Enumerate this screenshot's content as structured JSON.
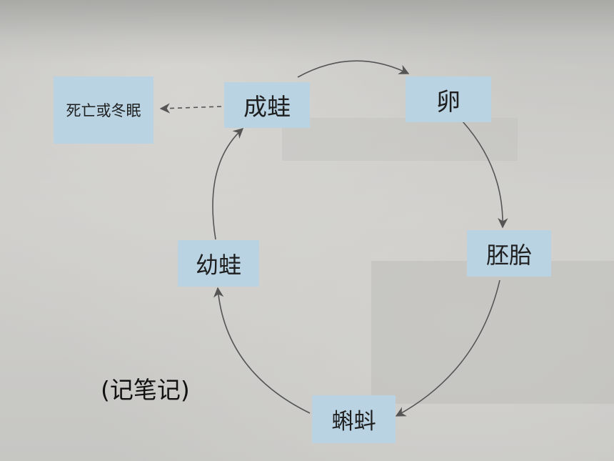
{
  "diagram": {
    "nodes": [
      {
        "id": "death",
        "label": "死亡或冬眠"
      },
      {
        "id": "adult",
        "label": "成蛙"
      },
      {
        "id": "egg",
        "label": "卵"
      },
      {
        "id": "embryo",
        "label": "胚胎"
      },
      {
        "id": "tadpole",
        "label": "蝌蚪"
      },
      {
        "id": "froglet",
        "label": "幼蛙"
      }
    ],
    "edges": [
      {
        "from": "adult",
        "to": "egg",
        "style": "solid"
      },
      {
        "from": "egg",
        "to": "embryo",
        "style": "solid"
      },
      {
        "from": "embryo",
        "to": "tadpole",
        "style": "solid"
      },
      {
        "from": "tadpole",
        "to": "froglet",
        "style": "solid"
      },
      {
        "from": "froglet",
        "to": "adult",
        "style": "solid"
      },
      {
        "from": "adult",
        "to": "death",
        "style": "dashed"
      }
    ],
    "colors": {
      "node_fill": "#b9d3e3",
      "edge": "#555555",
      "background": "#c9c9c6"
    }
  },
  "note": "(记笔记)"
}
